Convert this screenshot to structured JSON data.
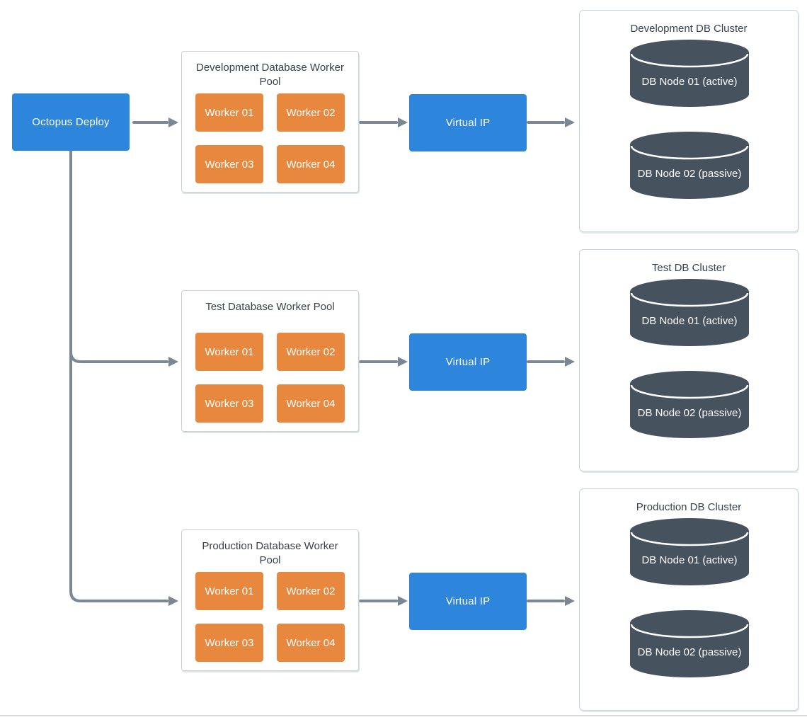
{
  "source": {
    "label": "Octopus Deploy"
  },
  "rows": [
    {
      "env": "Development",
      "pool": {
        "title": "Development Database Worker Pool",
        "workers": [
          "Worker 01",
          "Worker 02",
          "Worker 03",
          "Worker 04"
        ]
      },
      "vip": {
        "label": "Virtual IP"
      },
      "cluster": {
        "title": "Development DB Cluster",
        "nodes": [
          "DB Node 01 (active)",
          "DB Node 02 (passive)"
        ]
      }
    },
    {
      "env": "Test",
      "pool": {
        "title": "Test Database Worker Pool",
        "workers": [
          "Worker 01",
          "Worker 02",
          "Worker 03",
          "Worker 04"
        ]
      },
      "vip": {
        "label": "Virtual IP"
      },
      "cluster": {
        "title": "Test DB Cluster",
        "nodes": [
          "DB Node 01 (active)",
          "DB Node 02 (passive)"
        ]
      }
    },
    {
      "env": "Production",
      "pool": {
        "title": "Production Database Worker Pool",
        "workers": [
          "Worker 01",
          "Worker 02",
          "Worker 03",
          "Worker 04"
        ]
      },
      "vip": {
        "label": "Virtual IP"
      },
      "cluster": {
        "title": "Production DB Cluster",
        "nodes": [
          "DB Node 01 (active)",
          "DB Node 02 (passive)"
        ]
      }
    }
  ],
  "colors": {
    "node_blue": "#2e86dc",
    "worker_orange": "#e8883e",
    "db_slate": "#46525d",
    "arrow_gray": "#7a8894",
    "panel_border": "#cdd2d6",
    "cluster_border": "#c9d5de",
    "title_text": "#39424b",
    "bottom_divider": "#d9d9d9"
  }
}
